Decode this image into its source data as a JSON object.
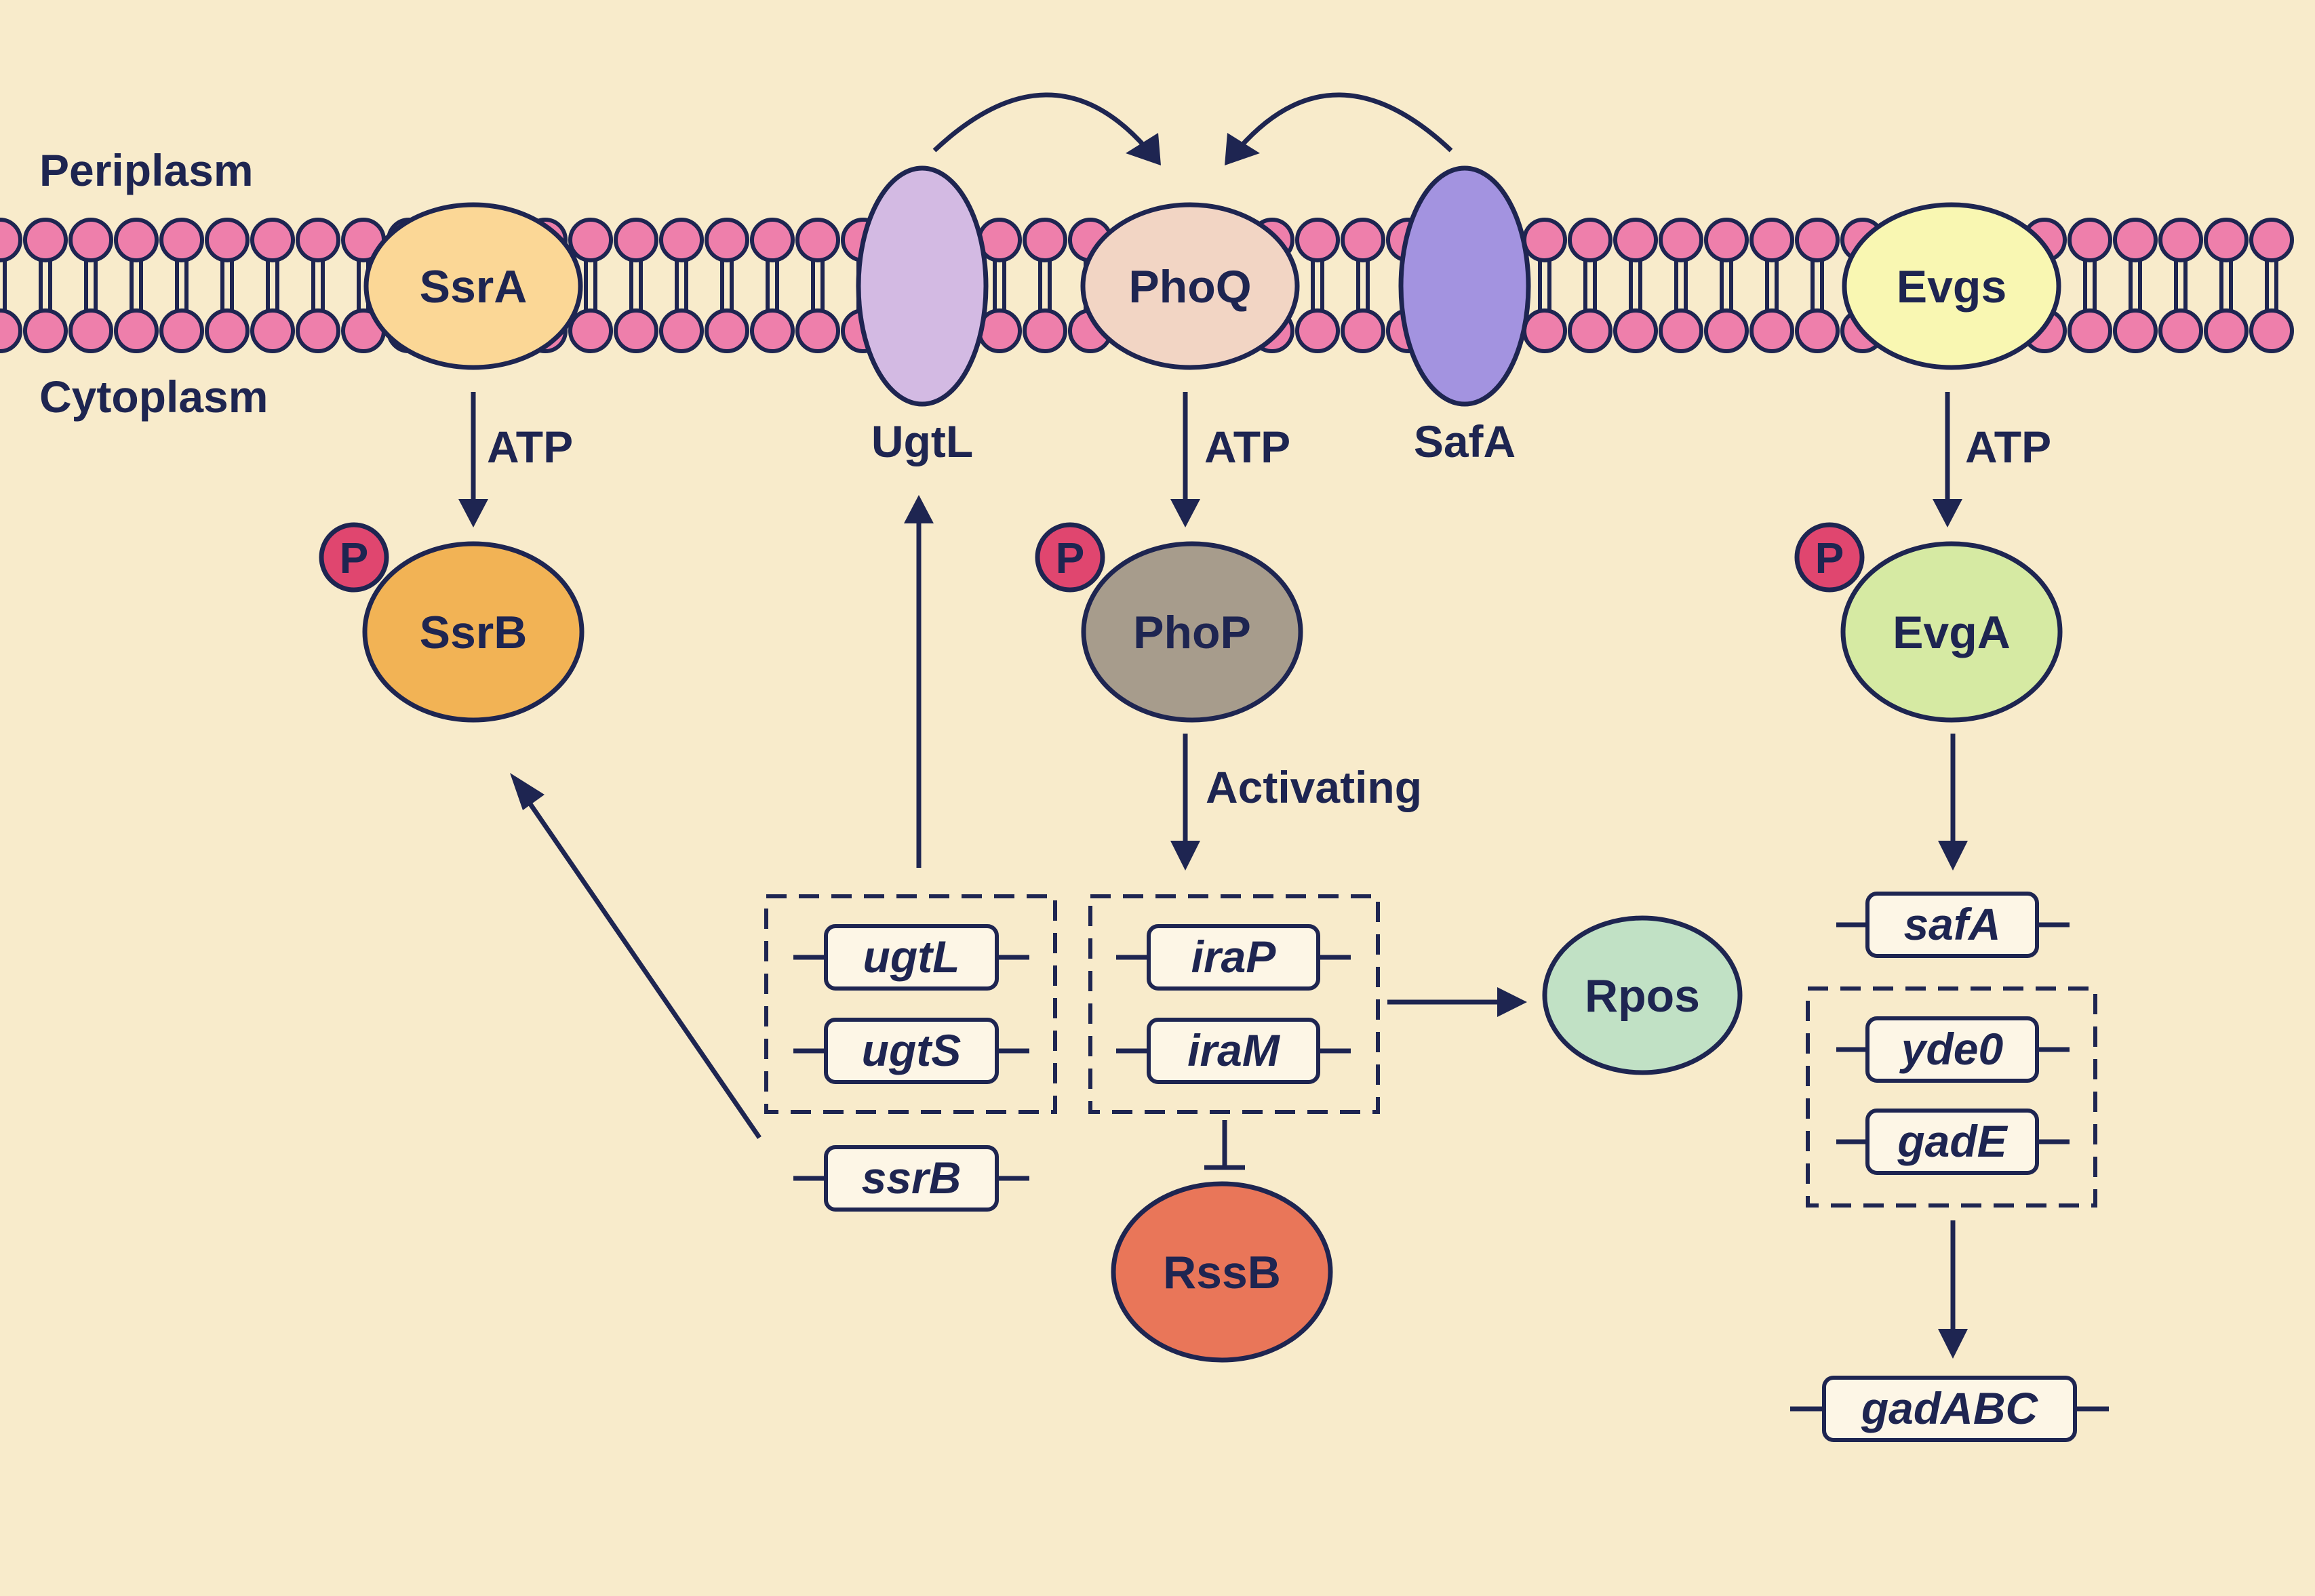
{
  "compartments": {
    "periplasm": "Periplasm",
    "cytoplasm": "Cytoplasm"
  },
  "proteins": {
    "ssrA": "SsrA",
    "ssrB": "SsrB",
    "ugtL": "UgtL",
    "phoQ": "PhoQ",
    "phoP": "PhoP",
    "safA": "SafA",
    "evgS": "Evgs",
    "evgA": "EvgA",
    "rpos": "Rpos",
    "rssB": "RssB"
  },
  "phospho_label": "P",
  "edge_labels": {
    "atp_ssr": "ATP",
    "atp_pho": "ATP",
    "atp_evg": "ATP",
    "activating": "Activating"
  },
  "genes": {
    "ugtL": "ugtL",
    "ugtS": "ugtS",
    "ssrB": "ssrB",
    "iraP": "iraP",
    "iraM": "iraM",
    "safA": "safA",
    "yde0": "yde0",
    "gadE": "gadE",
    "gadABC": "gadABC"
  },
  "colors": {
    "background": "#f8ebcb",
    "ink": "#1e2551",
    "lipid_head": "#ee7fab",
    "phospho": "#e0466f",
    "SsrA": "#fbd796",
    "SsrB": "#f2b355",
    "UgtL": "#d3bae3",
    "PhoQ": "#f2d5c4",
    "PhoP": "#a79c8c",
    "SafA": "#a393e0",
    "Evgs": "#f9f7b2",
    "EvgA": "#d6eaa3",
    "Rpos": "#c1e1c5",
    "RssB": "#e97659"
  }
}
